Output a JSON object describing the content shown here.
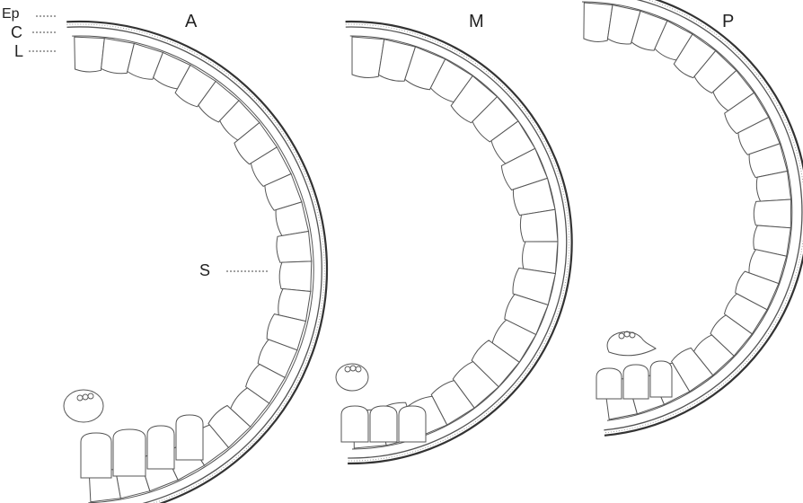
{
  "panels": [
    {
      "id": "A",
      "label": "A"
    },
    {
      "id": "M",
      "label": "M"
    },
    {
      "id": "P",
      "label": "P"
    }
  ],
  "layer_labels": {
    "epidermis": "Ep",
    "cuticle": "C",
    "lumen_cells": "L",
    "septum": "S"
  },
  "colors": {
    "ink": "#333333",
    "paper": "#ffffff"
  }
}
